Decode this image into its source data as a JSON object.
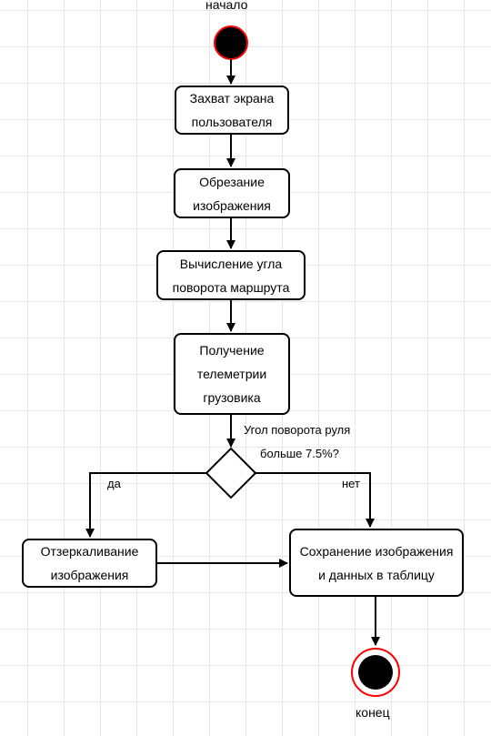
{
  "diagram": {
    "start_label": "начало",
    "end_label": "конец",
    "steps": {
      "capture": "Захват экрана пользователя",
      "crop": "Обрезание изображения",
      "angle": "Вычисление угла поворота маршрута",
      "telemetry": "Получение телеметрии грузовика",
      "mirror": "Отзеркаливание изображения",
      "save": "Сохранение изображения и данных в таблицу"
    },
    "decision": {
      "question_line1": "Угол поворота руля",
      "question_line2": "больше 7.5%?",
      "yes_label": "да",
      "no_label": "нет"
    },
    "colors": {
      "line": "#000000",
      "grid": "#e6e6e6",
      "terminator_ring": "#ff0000"
    }
  }
}
